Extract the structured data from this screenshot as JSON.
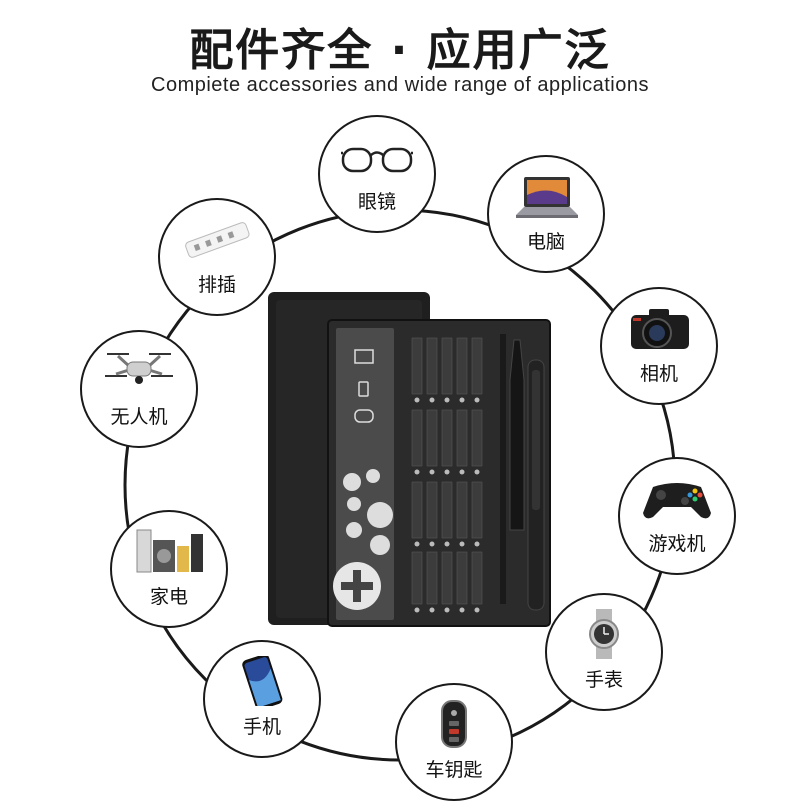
{
  "header": {
    "title": "配件齐全 · 应用广泛",
    "subtitle": "Compiete accessories and wide range of applications"
  },
  "applications": [
    {
      "id": "glasses",
      "label": "眼镜",
      "icon": "glasses-icon"
    },
    {
      "id": "laptop",
      "label": "电脑",
      "icon": "laptop-icon"
    },
    {
      "id": "camera",
      "label": "相机",
      "icon": "camera-icon"
    },
    {
      "id": "gamepad",
      "label": "游戏机",
      "icon": "gamepad-icon"
    },
    {
      "id": "watch",
      "label": "手表",
      "icon": "watch-icon"
    },
    {
      "id": "carkey",
      "label": "车钥匙",
      "icon": "car-key-icon"
    },
    {
      "id": "phone",
      "label": "手机",
      "icon": "phone-icon"
    },
    {
      "id": "appliance",
      "label": "家电",
      "icon": "appliance-icon"
    },
    {
      "id": "drone",
      "label": "无人机",
      "icon": "drone-icon"
    },
    {
      "id": "powerstrip",
      "label": "排插",
      "icon": "power-strip-icon"
    }
  ],
  "product": {
    "name": "precision-screwdriver-set",
    "colors": {
      "case": "#1c1c1c",
      "tray": "#2a2a2a",
      "panel": "#4a4a4a"
    }
  }
}
